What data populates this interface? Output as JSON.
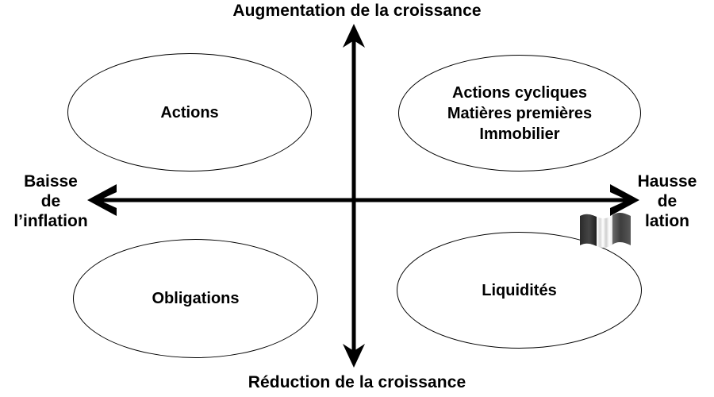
{
  "diagram": {
    "type": "quadrant-matrix",
    "background_color": "#ffffff",
    "line_color": "#000000",
    "axes": {
      "vertical": {
        "top_label": "Augmentation de la croissance",
        "bottom_label": "Réduction de la croissance"
      },
      "horizontal": {
        "left_label_lines": [
          "Baisse",
          "de",
          "l’inflation"
        ],
        "right_label_lines": [
          "Hausse",
          "de",
          "lation"
        ]
      }
    },
    "quadrants": [
      {
        "position": "top-left",
        "name": "equities",
        "label": "Actions"
      },
      {
        "position": "top-right",
        "name": "cyclicals",
        "label": "Actions cycliques\nMatières premières\nImmobilier"
      },
      {
        "position": "bottom-left",
        "name": "bonds",
        "label": "Obligations"
      },
      {
        "position": "bottom-right",
        "name": "liquidity",
        "label": "Liquidités"
      }
    ],
    "overlay_graphic": {
      "name": "waving-flag-image",
      "description": "small waving flag graphic overlapping the right axis label",
      "band_colors": [
        "#333333",
        "#f2f2f2",
        "#4f4f4f"
      ]
    }
  }
}
